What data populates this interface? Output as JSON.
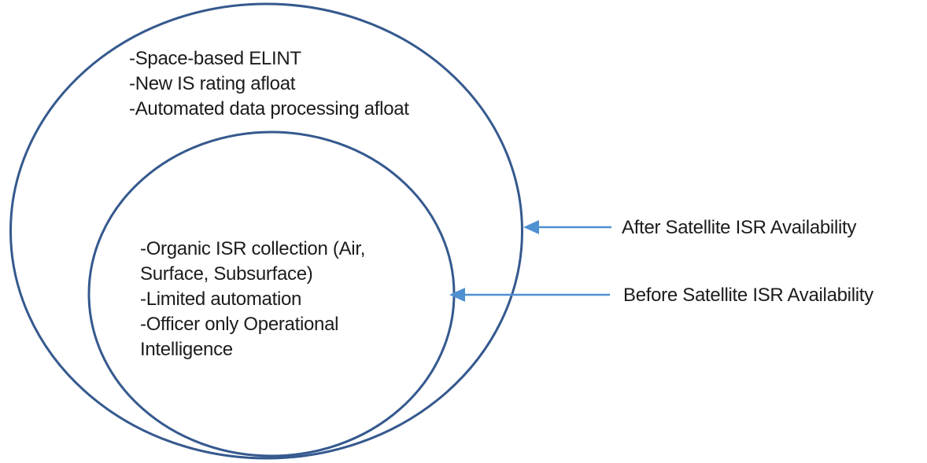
{
  "colors": {
    "circle_stroke": "#35598e",
    "arrow": "#4f90d1",
    "text": "#1c1c1c",
    "background": "#ffffff"
  },
  "outer_circle": {
    "name": "After Satellite ISR Availability capabilities",
    "lines": [
      "-Space-based ELINT",
      "-New IS rating afloat",
      "-Automated data processing afloat"
    ]
  },
  "inner_circle": {
    "name": "Before Satellite ISR Availability capabilities",
    "lines": [
      "-Organic ISR collection (Air,",
      "Surface, Subsurface)",
      "-Limited automation",
      "-Officer only Operational",
      "Intelligence"
    ]
  },
  "annotations": {
    "after_label": "After Satellite ISR Availability",
    "before_label": "Before Satellite ISR Availability"
  }
}
